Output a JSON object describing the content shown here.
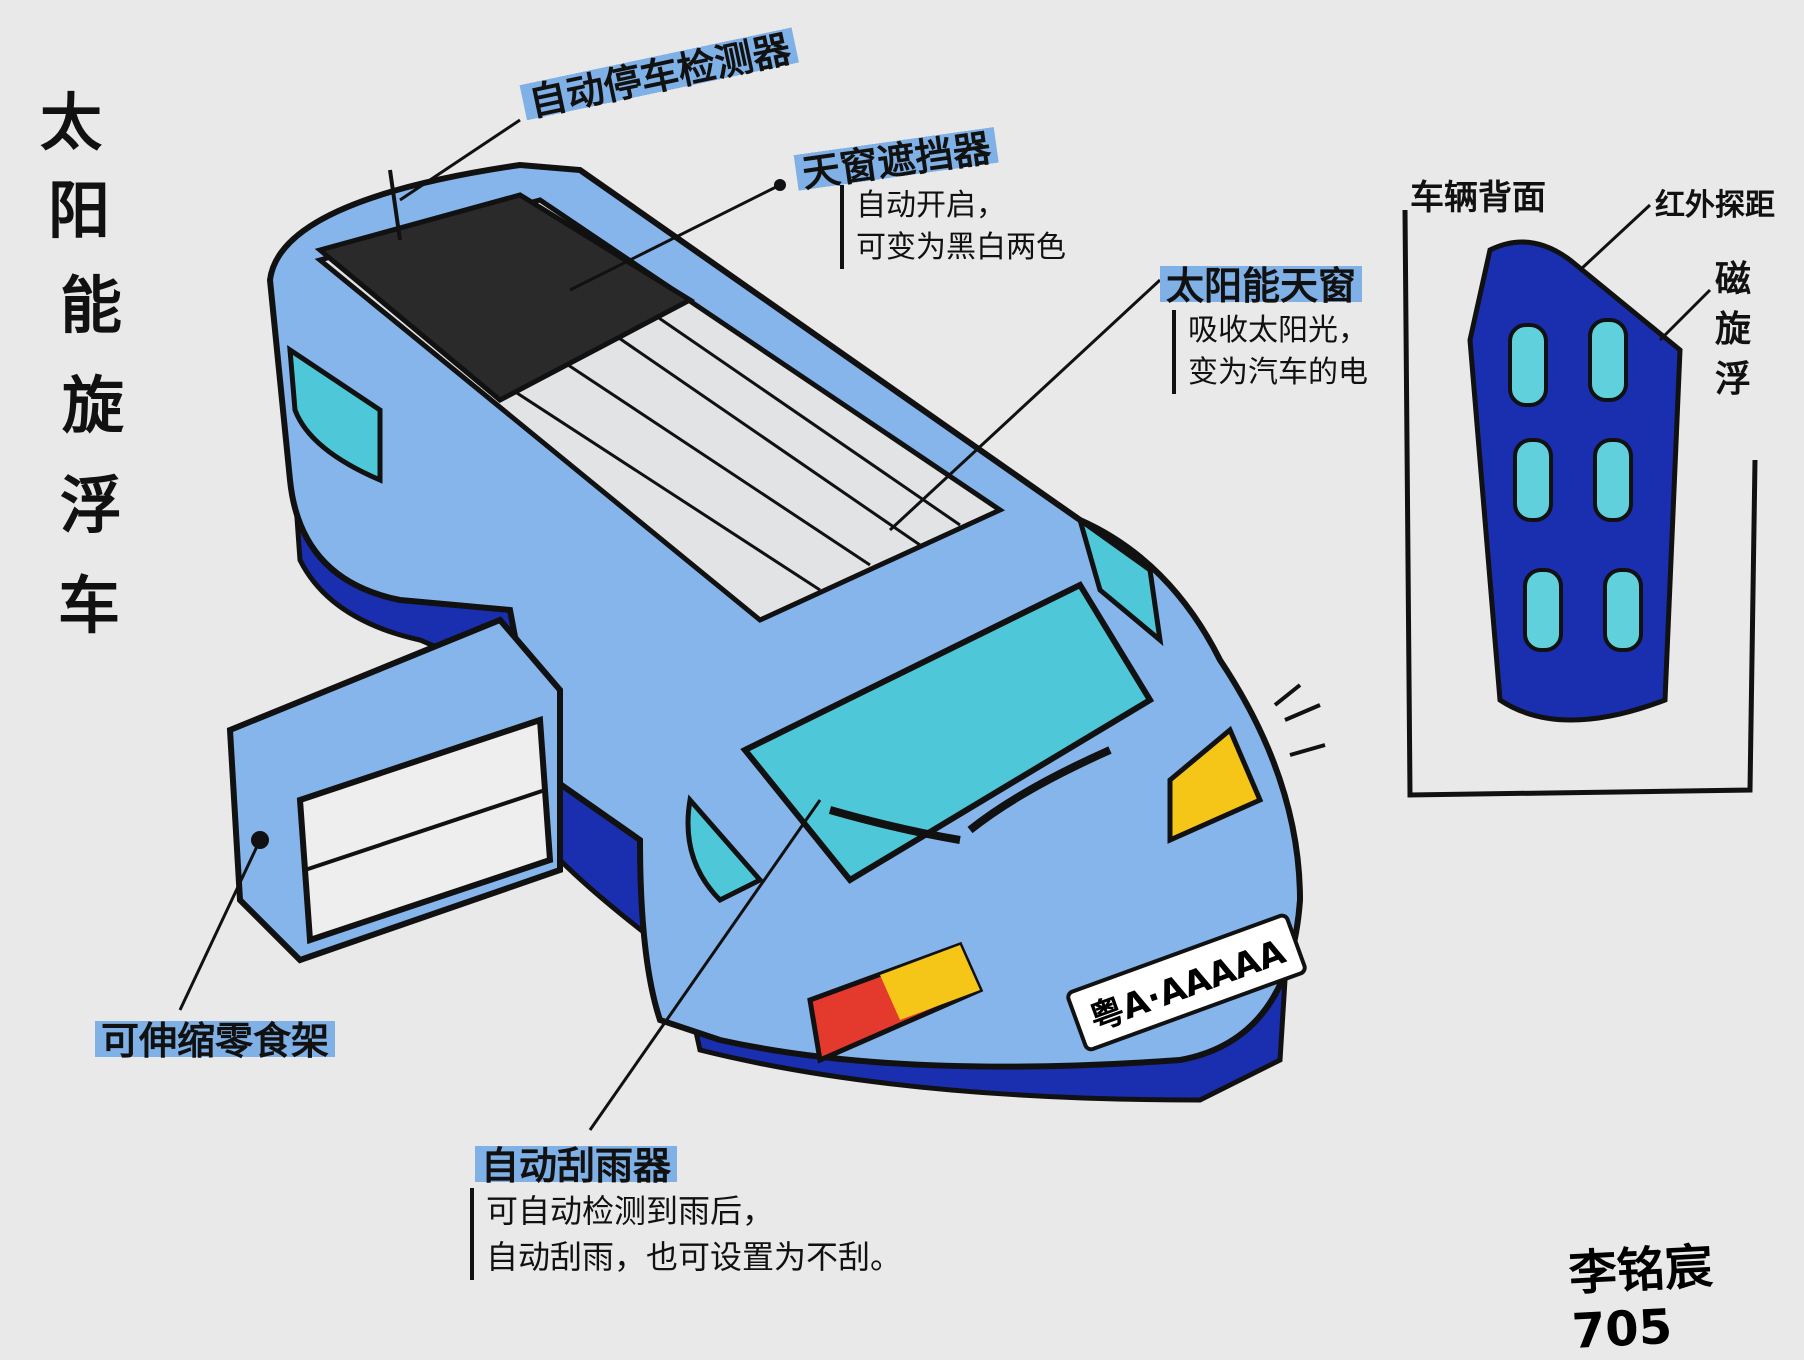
{
  "title": "太阳能旋浮车",
  "title_chars": [
    "太",
    "阳",
    "能",
    "旋",
    "浮",
    "车"
  ],
  "labels": {
    "parking_sensor": "自动停车检测器",
    "sunroof_shade": {
      "title": "天窗遮挡器",
      "lines": [
        "自动开启，",
        "可变为黑白两色"
      ]
    },
    "solar_sunroof": {
      "title": "太阳能天窗",
      "lines": [
        "吸收太阳光，",
        "变为汽车的电"
      ]
    },
    "snack_rack": "可伸缩零食架",
    "wiper": {
      "title": "自动刮雨器",
      "lines": [
        "可自动检测到雨后，",
        "自动刮雨，也可设置为不刮。"
      ]
    },
    "rear_view": {
      "title": "车辆背面",
      "infrared": "红外探距",
      "maglev": [
        "磁",
        "旋",
        "浮"
      ]
    }
  },
  "license_plate": "粤A·AAAAA",
  "signature": "李铭宸705",
  "colors": {
    "light_blue": "#7fb0e6",
    "dark_blue": "#1a2fb0",
    "cyan": "#5fd0dc",
    "paper": "#e9e9ea"
  }
}
